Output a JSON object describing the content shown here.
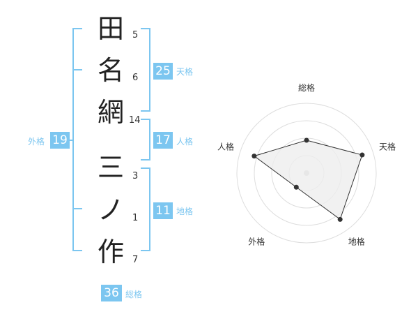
{
  "name": {
    "characters": [
      {
        "char": "田",
        "strokes": "5"
      },
      {
        "char": "名",
        "strokes": "6"
      },
      {
        "char": "網",
        "strokes": "14"
      },
      {
        "char": "三",
        "strokes": "3"
      },
      {
        "char": "ノ",
        "strokes": "1"
      },
      {
        "char": "作",
        "strokes": "7"
      }
    ]
  },
  "fortunes": {
    "tenkaku": {
      "value": "25",
      "label": "天格"
    },
    "jinkaku": {
      "value": "17",
      "label": "人格"
    },
    "chikaku": {
      "value": "11",
      "label": "地格"
    },
    "gaikaku": {
      "value": "19",
      "label": "外格"
    },
    "soukaku": {
      "value": "36",
      "label": "総格"
    }
  },
  "radar": {
    "axes": [
      "総格",
      "天格",
      "地格",
      "外格",
      "人格"
    ],
    "values": [
      0.47,
      0.84,
      0.82,
      0.25,
      0.79
    ],
    "colors": {
      "fill": "#eeeeee",
      "line": "#333333",
      "ring": "#dddddd",
      "center": "#cccccc"
    }
  },
  "colors": {
    "accent": "#7cc6f0"
  }
}
